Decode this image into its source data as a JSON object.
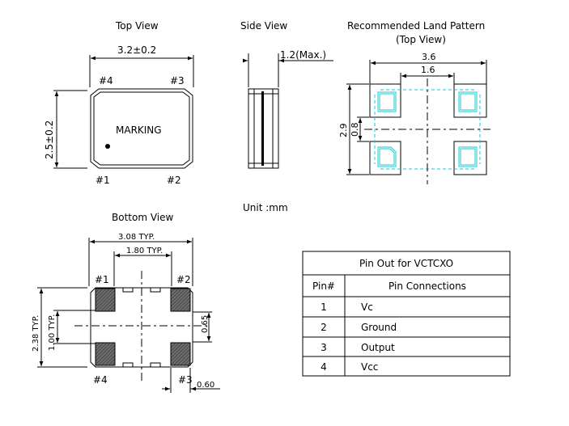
{
  "views": {
    "top": {
      "title": "Top View",
      "width_dim": "3.2±0.2",
      "height_dim": "2.5±0.2",
      "marking": "MARKING",
      "pins": {
        "p1": "#1",
        "p2": "#2",
        "p3": "#3",
        "p4": "#4"
      }
    },
    "side": {
      "title": "Side View",
      "height_dim": "1.2(Max.)"
    },
    "land": {
      "title": "Recommended Land Pattern",
      "subtitle": "(Top View)",
      "outer_width": "3.6",
      "inner_width": "1.6",
      "outer_height": "2.9",
      "inner_height": "0.8"
    },
    "bottom": {
      "title": "Bottom View",
      "width_typ": "3.08 TYP.",
      "inner_width_typ": "1.80 TYP.",
      "height_typ": "2.38 TYP.",
      "inner_height_typ": "1.00 TYP.",
      "pad_height": "0.65",
      "pad_width": "0.60",
      "pins": {
        "p1": "#1",
        "p2": "#2",
        "p3": "#3",
        "p4": "#4"
      }
    }
  },
  "unit": "Unit :mm",
  "pin_table": {
    "title": "Pin Out for VCTCXO",
    "headers": [
      "Pin#",
      "Pin Connections"
    ],
    "rows": [
      {
        "pin": "1",
        "connection": "Vc"
      },
      {
        "pin": "2",
        "connection": "Ground"
      },
      {
        "pin": "3",
        "connection": "Output"
      },
      {
        "pin": "4",
        "connection": "Vcc"
      }
    ]
  }
}
